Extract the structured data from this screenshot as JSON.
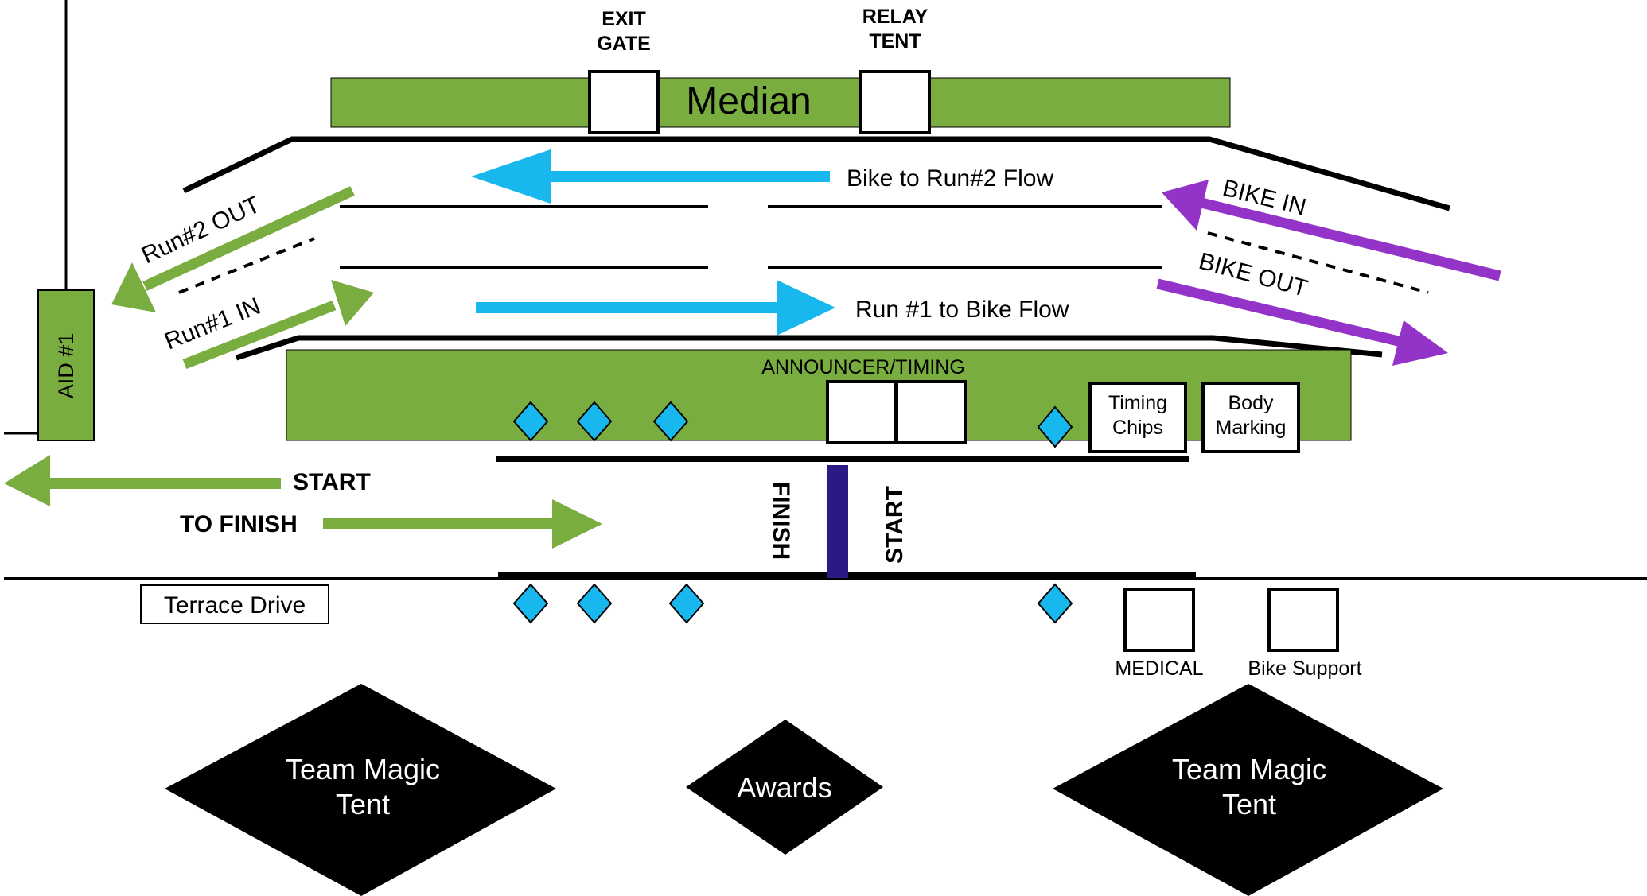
{
  "colors": {
    "green": "#7aad3f",
    "cyan": "#18b7ee",
    "purple": "#9333c7",
    "finish_line": "#2b1a86",
    "black": "#000000",
    "white": "#ffffff"
  },
  "labels": {
    "exit_gate_line1": "EXIT",
    "exit_gate_line2": "GATE",
    "relay_tent_line1": "RELAY",
    "relay_tent_line2": "TENT",
    "median": "Median",
    "bike_to_run2": "Bike to Run#2 Flow",
    "run1_to_bike": "Run #1 to Bike Flow",
    "run2_out": "Run#2 OUT",
    "run1_in": "Run#1 IN",
    "bike_in": "BIKE IN",
    "bike_out": "BIKE OUT",
    "aid1": "AID #1",
    "announcer_timing": "ANNOUNCER/TIMING",
    "timing_chips_line1": "Timing",
    "timing_chips_line2": "Chips",
    "body_marking_line1": "Body",
    "body_marking_line2": "Marking",
    "start_left": "START",
    "to_finish": "TO FINISH",
    "finish_vertical": "FINISH",
    "start_vertical": "START",
    "terrace_drive": "Terrace Drive",
    "medical": "MEDICAL",
    "bike_support": "Bike Support",
    "team_magic_left_line1": "Team Magic",
    "team_magic_left_line2": "Tent",
    "awards": "Awards",
    "team_magic_right_line1": "Team Magic",
    "team_magic_right_line2": "Tent"
  },
  "icons": {
    "marker": "cyan-diamond-marker",
    "flow_arrow": "arrow-icon"
  }
}
